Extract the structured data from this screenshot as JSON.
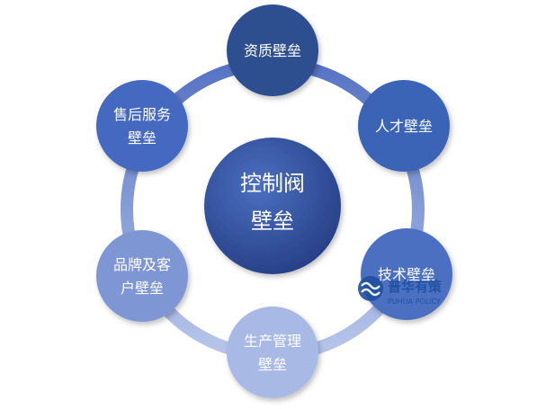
{
  "center": {
    "lines": [
      "控制阀",
      "壁垒"
    ]
  },
  "nodes": [
    {
      "id": "qualification",
      "lines": [
        "资质壁垒"
      ],
      "color": "#2f4f8f"
    },
    {
      "id": "talent",
      "lines": [
        "人才壁垒"
      ],
      "color": "#3b63b6"
    },
    {
      "id": "technology",
      "lines": [
        "技术壁垒"
      ],
      "color": "#4c6fc2"
    },
    {
      "id": "production",
      "lines": [
        "生产管理",
        "壁垒"
      ],
      "color": "#a9b9e6"
    },
    {
      "id": "brand",
      "lines": [
        "品牌及客",
        "户壁垒"
      ],
      "color": "#7f96d4"
    },
    {
      "id": "after-sales",
      "lines": [
        "售后服务",
        "壁垒"
      ],
      "color": "#4468c0"
    }
  ],
  "ring_color": "#5b78c7",
  "watermark": {
    "brand": "普华有策",
    "sub": "PUHUA POLICY"
  }
}
